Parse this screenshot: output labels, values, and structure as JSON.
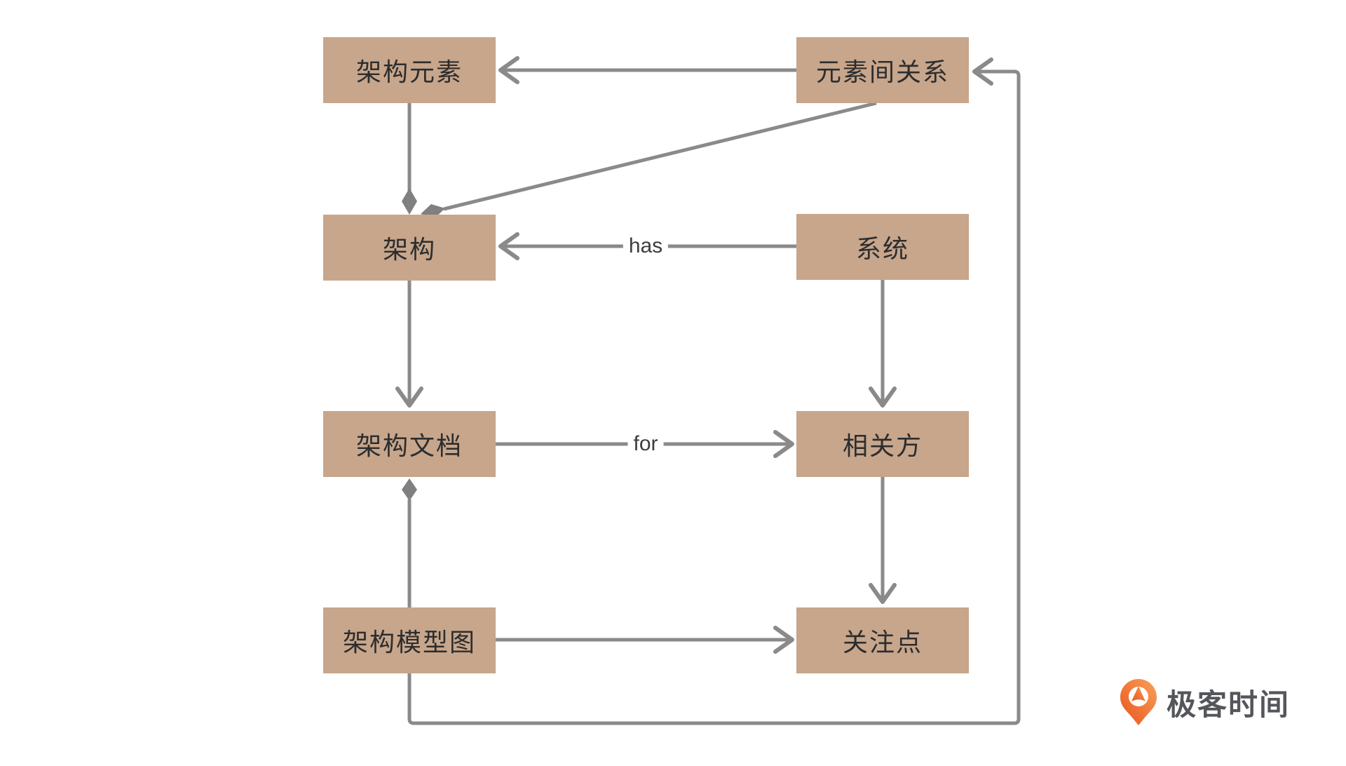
{
  "diagram": {
    "nodes": [
      {
        "id": "arch-element",
        "label": "架构元素"
      },
      {
        "id": "element-relation",
        "label": "元素间关系"
      },
      {
        "id": "architecture",
        "label": "架构"
      },
      {
        "id": "system",
        "label": "系统"
      },
      {
        "id": "arch-doc",
        "label": "架构文档"
      },
      {
        "id": "stakeholder",
        "label": "相关方"
      },
      {
        "id": "arch-model-diagram",
        "label": "架构模型图"
      },
      {
        "id": "concern",
        "label": "关注点"
      }
    ],
    "edges": [
      {
        "from": "元素间关系",
        "to": "架构元素",
        "type": "arrow",
        "label": ""
      },
      {
        "from": "架构元素",
        "to": "架构",
        "type": "composition",
        "label": ""
      },
      {
        "from": "元素间关系",
        "to": "架构",
        "type": "composition",
        "label": ""
      },
      {
        "from": "系统",
        "to": "架构",
        "type": "arrow",
        "label": "has"
      },
      {
        "from": "架构",
        "to": "架构文档",
        "type": "arrow",
        "label": ""
      },
      {
        "from": "系统",
        "to": "相关方",
        "type": "arrow",
        "label": ""
      },
      {
        "from": "架构文档",
        "to": "相关方",
        "type": "arrow",
        "label": "for"
      },
      {
        "from": "相关方",
        "to": "关注点",
        "type": "arrow",
        "label": ""
      },
      {
        "from": "架构模型图",
        "to": "架构文档",
        "type": "composition",
        "label": ""
      },
      {
        "from": "架构模型图",
        "to": "关注点",
        "type": "arrow",
        "label": ""
      },
      {
        "from": "架构模型图",
        "to": "元素间关系",
        "type": "arrow",
        "label": ""
      }
    ],
    "edge_labels": {
      "has": "has",
      "for": "for"
    }
  },
  "colors": {
    "node_fill": "#C7A68C",
    "node_text": "#2D2D2D",
    "line": "#8A8A8A",
    "diamond_fill": "#808080",
    "edge_label_text": "#3D3D3D",
    "logo_orange_light": "#F9A05A",
    "logo_orange_dark": "#E8541D",
    "logo_text_color": "#54565B",
    "background": "#FFFFFF"
  },
  "logo": {
    "text": "极客时间",
    "icon": "geektime-pin-icon"
  }
}
